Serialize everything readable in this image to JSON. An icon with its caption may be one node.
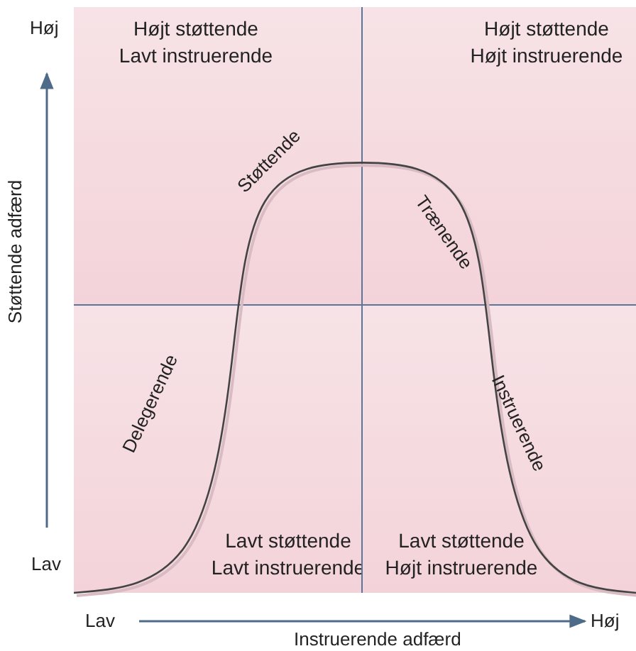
{
  "diagram": {
    "nodes": [
      {
        "text": [
          "Højt støttende Lavt instruerende"
        ]
      },
      {
        "text": [
          "Højt støttende Højt instruerende"
        ]
      },
      {
        "text": [
          "Lavt støttende Lavt instruerende"
        ]
      },
      {
        "text": [
          "Lavt støttende Højt instruerende"
        ]
      }
    ],
    "labels": [
      "Høj",
      "Støttende adfærd",
      "Lav",
      "Støttende",
      "Trænende",
      "Instruerende",
      "Delegerende",
      "Lav",
      "Instruerende adfærd",
      "Høj"
    ]
  }
}
